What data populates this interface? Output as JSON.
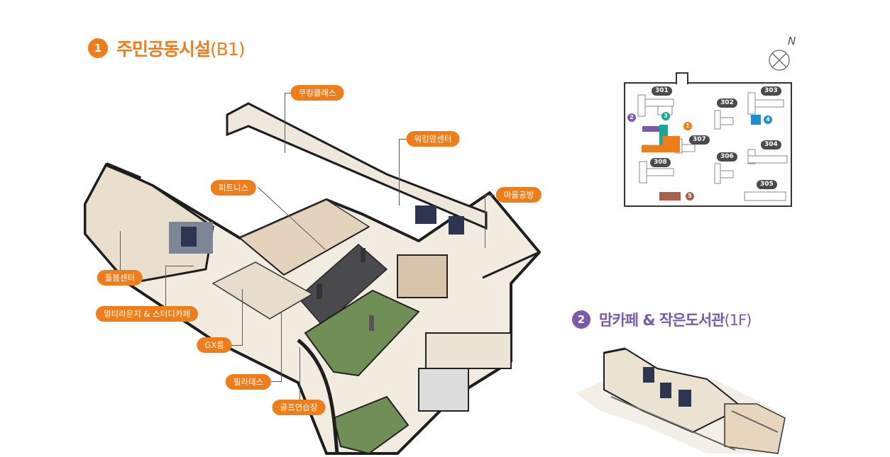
{
  "section1": {
    "number": "1",
    "title": "주민공동시설",
    "sub": "(B1)",
    "color": "#ee7d1a"
  },
  "section2": {
    "number": "2",
    "title": "맘카페 & 작은도서관",
    "sub": "(1F)",
    "color": "#7b5ba8"
  },
  "callouts": [
    "쿠킹클래스",
    "워킹맘센터",
    "피트니스",
    "마을공방",
    "돌봄센터",
    "멀티라운지 & 스터디카페",
    "GX룸",
    "필라테스",
    "골프연습장"
  ],
  "siteMap": {
    "compass": "N",
    "buildings": [
      "301",
      "302",
      "303",
      "304",
      "305",
      "306",
      "307",
      "308"
    ],
    "markers": [
      "1",
      "2",
      "3",
      "4",
      "5"
    ]
  },
  "colors": {
    "orange": "#ee7d1a",
    "purple": "#7b5ba8",
    "teal": "#17a89a",
    "blue": "#1e8fd0",
    "brown": "#a8624c"
  }
}
